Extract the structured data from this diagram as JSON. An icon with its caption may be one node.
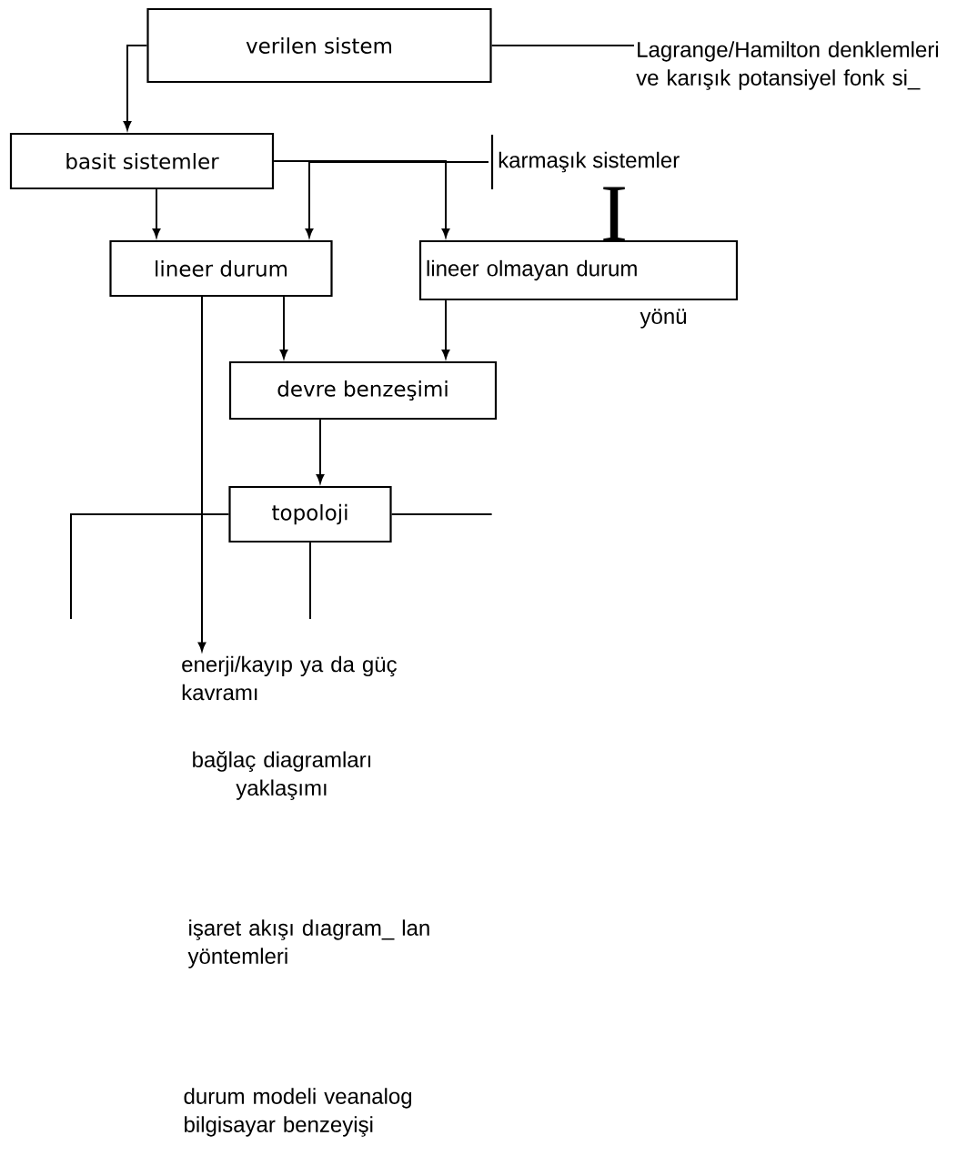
{
  "diagram": {
    "nodes": [
      {
        "text": [
          "verilen sistem"
        ]
      },
      {
        "text": [
          "Lagrange/Hamilton denklemleri ve karışık potansiyel fonk si_"
        ]
      },
      {
        "text": [
          "basit sistemler"
        ]
      },
      {
        "text": [
          "karmaşık sistemler"
        ]
      },
      {
        "text": [
          "lineer durum"
        ]
      },
      {
        "text": [
          "lineer olmayan durum"
        ],
        "beside": [
          "yönü"
        ]
      },
      {
        "text": [
          "devre benzeşimi"
        ]
      },
      {
        "text": [
          "topoloji"
        ]
      },
      {
        "text": [
          "enerji/kayıp ya da güç kavramı"
        ]
      }
    ],
    "edges": [
      {
        "from": 0,
        "to": 2,
        "arrow": "to"
      },
      {
        "from": 0,
        "to": 1,
        "arrow": "none"
      },
      {
        "from": 2,
        "to": 4,
        "arrow": "to"
      },
      {
        "from": 2,
        "to": 5,
        "arrow": "to"
      },
      {
        "from": 3,
        "to": 4,
        "arrow": "to"
      },
      {
        "from": 4,
        "to": 6,
        "arrow": "to"
      },
      {
        "from": 5,
        "to": 6,
        "arrow": "to"
      },
      {
        "from": 4,
        "to": 8,
        "arrow": "to"
      },
      {
        "from": 6,
        "to": 7,
        "arrow": "to"
      },
      {
        "from": 7,
        "to": null,
        "arrow": "none"
      },
      {
        "from": 7,
        "to": null,
        "arrow": "none"
      },
      {
        "from": 7,
        "to": null,
        "arrow": "none"
      }
    ],
    "labels": [
      "I",
      "bağlaç diagramları yaklaşımı",
      "işaret akışı dıagram_ lan yöntemleri",
      "durum modeli veanalog bilgisayar benzeyişi"
    ]
  }
}
